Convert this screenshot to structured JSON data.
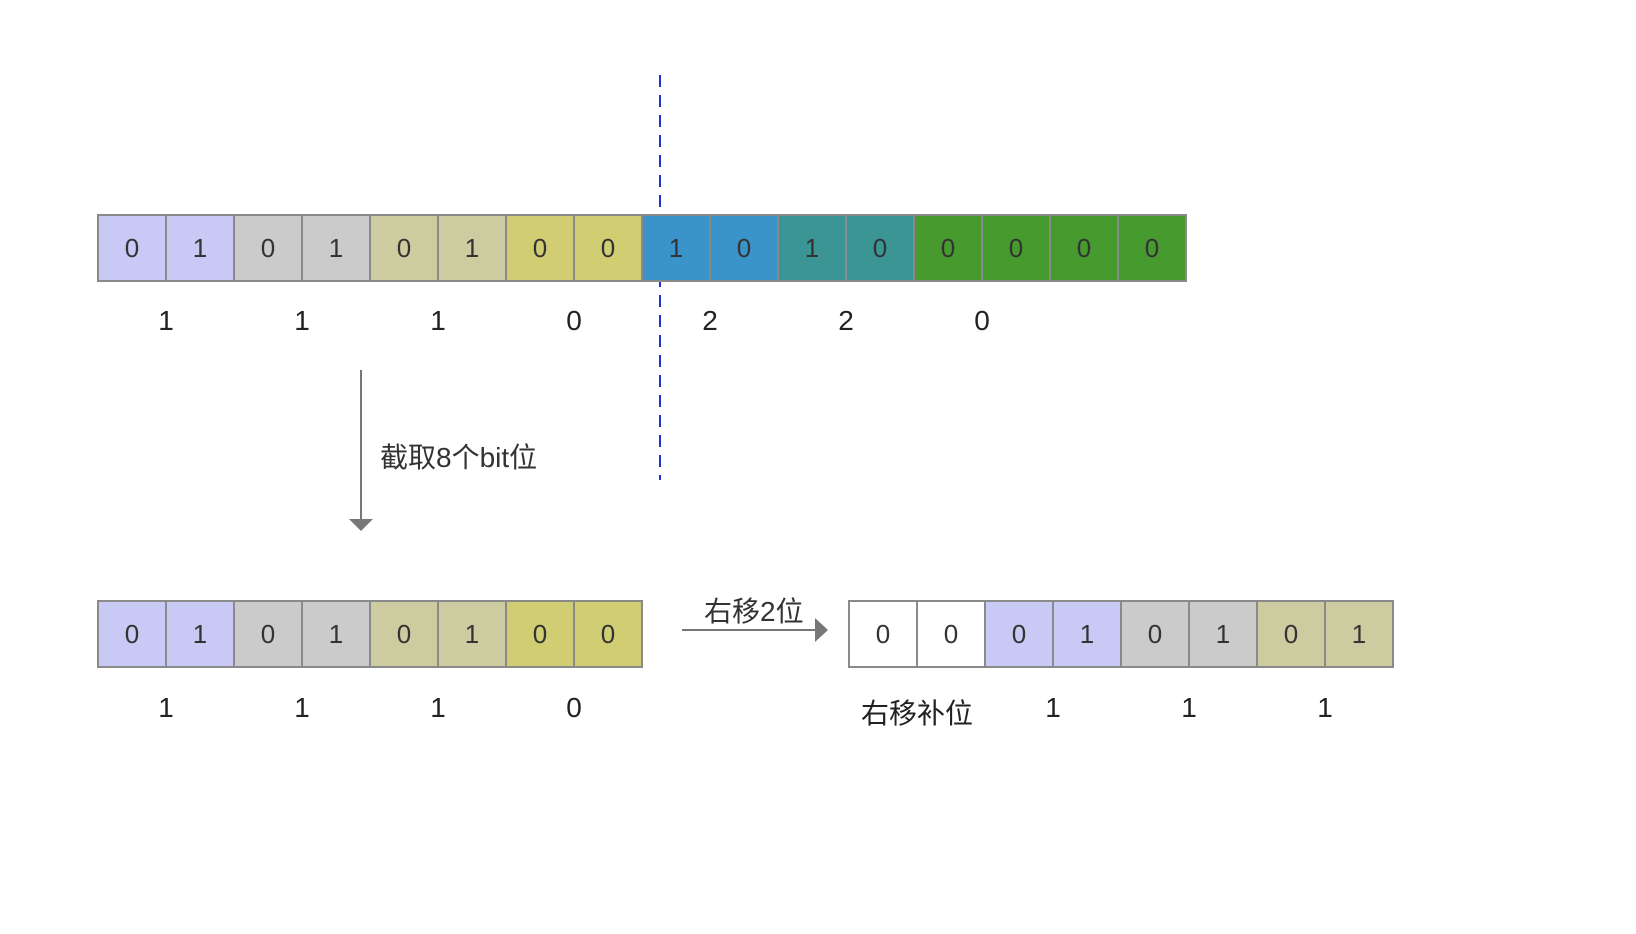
{
  "colors": {
    "lavender": "#c9c9f5",
    "gray": "#cbcbcb",
    "khaki": "#cdcca0",
    "olive": "#d0cd72",
    "blue": "#3b94c9",
    "teal": "#3a9594",
    "green": "#469a2e",
    "white": "#ffffff",
    "divider": "#2233cc",
    "arrow": "#777777"
  },
  "row1": {
    "bits": [
      {
        "v": "0",
        "c": "lavender"
      },
      {
        "v": "1",
        "c": "lavender"
      },
      {
        "v": "0",
        "c": "gray"
      },
      {
        "v": "1",
        "c": "gray"
      },
      {
        "v": "0",
        "c": "khaki"
      },
      {
        "v": "1",
        "c": "khaki"
      },
      {
        "v": "0",
        "c": "olive"
      },
      {
        "v": "0",
        "c": "olive"
      },
      {
        "v": "1",
        "c": "blue"
      },
      {
        "v": "0",
        "c": "blue"
      },
      {
        "v": "1",
        "c": "teal"
      },
      {
        "v": "0",
        "c": "teal"
      },
      {
        "v": "0",
        "c": "green"
      },
      {
        "v": "0",
        "c": "green"
      },
      {
        "v": "0",
        "c": "green"
      },
      {
        "v": "0",
        "c": "green"
      }
    ],
    "group_labels": [
      "1",
      "1",
      "1",
      "0",
      "2",
      "2",
      "0"
    ]
  },
  "row2": {
    "bits": [
      {
        "v": "0",
        "c": "lavender"
      },
      {
        "v": "1",
        "c": "lavender"
      },
      {
        "v": "0",
        "c": "gray"
      },
      {
        "v": "1",
        "c": "gray"
      },
      {
        "v": "0",
        "c": "khaki"
      },
      {
        "v": "1",
        "c": "khaki"
      },
      {
        "v": "0",
        "c": "olive"
      },
      {
        "v": "0",
        "c": "olive"
      }
    ],
    "group_labels": [
      "1",
      "1",
      "1",
      "0"
    ]
  },
  "row3": {
    "bits": [
      {
        "v": "0",
        "c": "white"
      },
      {
        "v": "0",
        "c": "white"
      },
      {
        "v": "0",
        "c": "lavender"
      },
      {
        "v": "1",
        "c": "lavender"
      },
      {
        "v": "0",
        "c": "gray"
      },
      {
        "v": "1",
        "c": "gray"
      },
      {
        "v": "0",
        "c": "khaki"
      },
      {
        "v": "1",
        "c": "khaki"
      }
    ],
    "group_labels": [
      "右移补位",
      "1",
      "1",
      "1"
    ]
  },
  "annotations": {
    "truncate": "截取8个bit位",
    "shift": "右移2位"
  }
}
